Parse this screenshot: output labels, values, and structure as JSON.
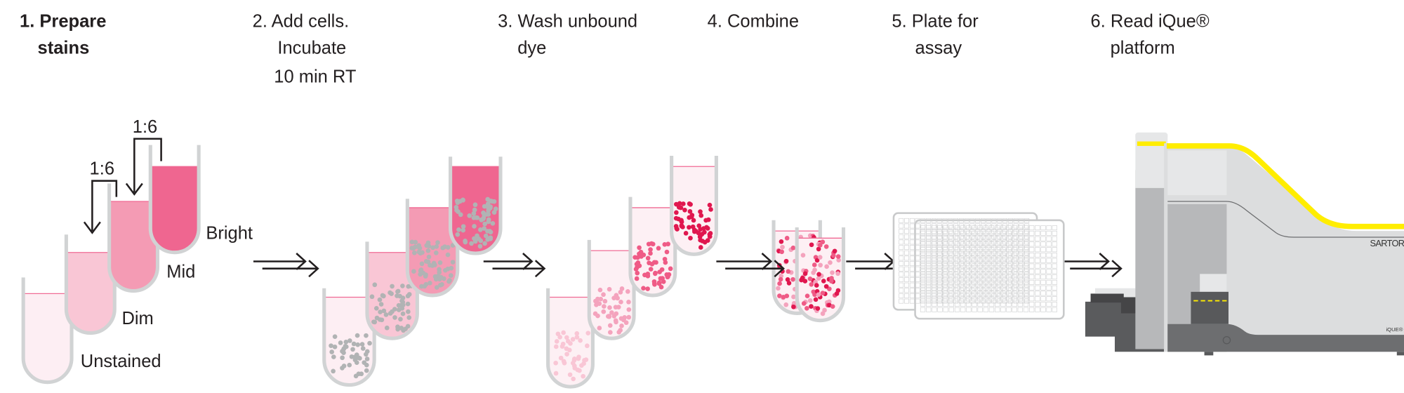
{
  "steps": [
    {
      "line1": "1. Prepare",
      "line2": "stains"
    },
    {
      "line1": "2. Add cells.",
      "line2": "Incubate",
      "line3": "10 min RT"
    },
    {
      "line1": "3. Wash unbound",
      "line2": "dye"
    },
    {
      "line1": "4. Combine"
    },
    {
      "line1": "5. Plate for",
      "line2": "assay"
    },
    {
      "line1": "6. Read iQue®",
      "line2": "platform"
    }
  ],
  "stain_labels": {
    "unstained": "Unstained",
    "dim": "Dim",
    "mid": "Mid",
    "bright": "Bright"
  },
  "dilutions": [
    "1:6",
    "1:6"
  ],
  "instrument": {
    "brand": "SARTORIUS",
    "model": "iQUE®"
  },
  "colors": {
    "unstained": "#fdeef3",
    "dim": "#f9c6d5",
    "mid": "#f49bb4",
    "bright": "#ef6690",
    "tube_wall": "#d1d3d4",
    "cell_gray": "#b1b3b4",
    "cell_red": "#e0174f",
    "cell_pink": "#f4a3bd",
    "instrument_accent": "#ffed00"
  }
}
